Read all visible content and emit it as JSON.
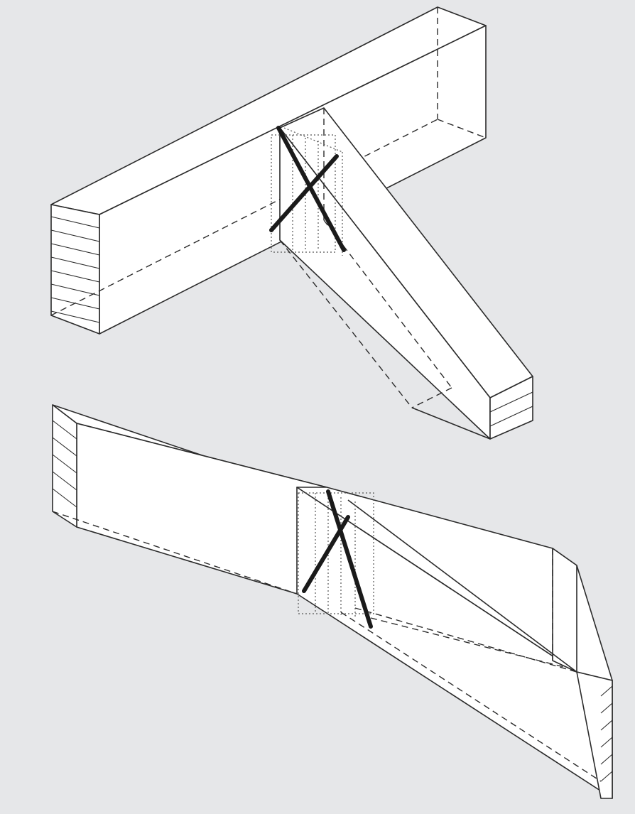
{
  "figure": {
    "background_color": "#e6e7e9",
    "line_color": "#2b2b2b",
    "screw_color": "#1a1a1a",
    "panels": [
      {
        "id": "top",
        "components": [
          "main-beam",
          "angled-rafter",
          "crossed-screws"
        ]
      },
      {
        "id": "bottom",
        "components": [
          "sloped-beam",
          "angled-member",
          "crossed-screws"
        ]
      }
    ]
  }
}
